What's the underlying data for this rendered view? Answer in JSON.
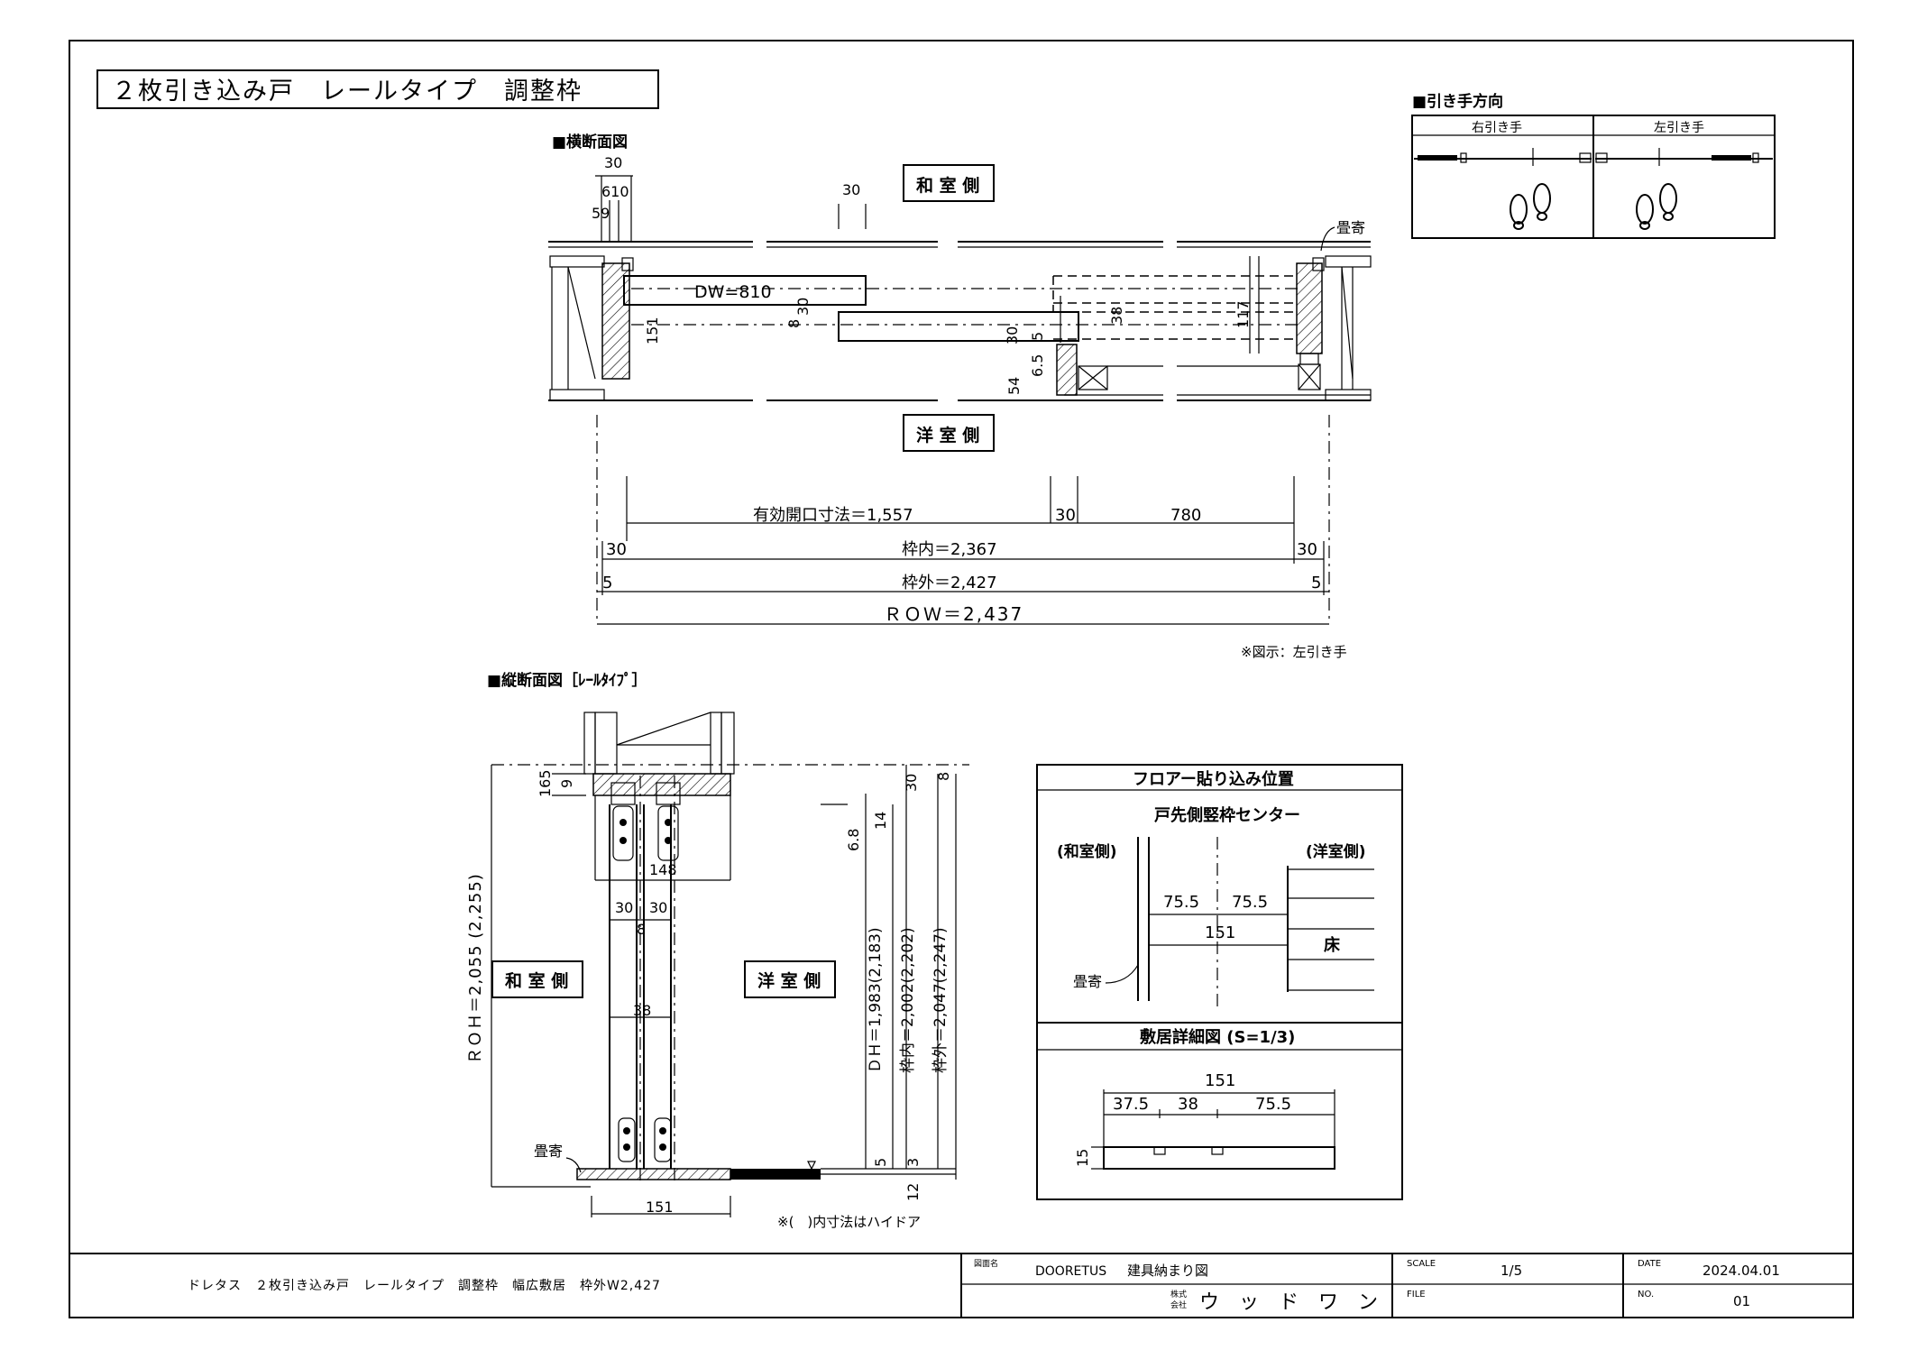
{
  "title": "２枚引き込み戸　レールタイプ　調整枠",
  "cross_section": {
    "heading": "■横断面図",
    "labels": {
      "wa": "和 室 側",
      "yo": "洋 室 側",
      "tatami": "畳寄"
    },
    "dims": {
      "d30a": "30",
      "d610": "610",
      "d59": "59",
      "d30b": "30",
      "dw": "DW=810",
      "d30c": "30",
      "d8": "8",
      "d151": "151",
      "d30d": "30",
      "d5": "5",
      "d65": "6.5",
      "d54": "54",
      "d38": "38",
      "d117": "117"
    },
    "bottom_dims": {
      "effective": "有効開口寸法＝1,557",
      "d30": "30",
      "d780": "780",
      "inner_l": "30",
      "inner": "枠内＝2,367",
      "inner_r": "30",
      "outer_l": "5",
      "outer": "枠外＝2,427",
      "outer_r": "5",
      "row": "ＲＯＷ＝2,437"
    },
    "note": "※図示：左引き手"
  },
  "handle": {
    "heading": "■引き手方向",
    "right": "右引き手",
    "left": "左引き手"
  },
  "vertical_section": {
    "heading": "■縦断面図［ﾚｰﾙﾀｲﾌﾟ］",
    "labels": {
      "wa": "和 室 側",
      "yo": "洋 室 側",
      "tatami": "畳寄"
    },
    "dims": {
      "d165": "165",
      "d9": "9",
      "d148": "148",
      "d30a": "30",
      "d30b": "30",
      "d8": "8",
      "d38": "38",
      "d151": "151",
      "d68": "6.8",
      "d14": "14",
      "d30": "30",
      "d8top": "8",
      "d5": "5",
      "d3": "3",
      "d12": "12",
      "roh": "ＲＯＨ＝2,055 (2,255)",
      "dh": "ＤＨ＝1,983(2,183)",
      "inner": "枠内＝2,002(2,202)",
      "outer": "枠外＝2,047(2,247)"
    },
    "note": "※(　)内寸法はハイドア"
  },
  "floor_panel": {
    "title": "フロアー貼り込み位置",
    "subtitle": "戸先側竪枠センター",
    "wa": "(和室側)",
    "yo": "(洋室側)",
    "d755a": "75.5",
    "d755b": "75.5",
    "d151": "151",
    "floor": "床",
    "tatami": "畳寄"
  },
  "sill_panel": {
    "title": "敷居詳細図 (S=1/3)",
    "d151": "151",
    "d375": "37.5",
    "d38": "38",
    "d755": "75.5",
    "d15": "15"
  },
  "title_block": {
    "desc": "ドレタス　２枚引き込み戸　レールタイプ　調整枠　幅広敷居　枠外W2,427",
    "drawing_name_label": "図面名",
    "drawing_name_brand": "DOORETUS",
    "drawing_name": "建具納まり図",
    "company_prefix_top": "株式",
    "company_prefix_bottom": "会社",
    "company": "ウ　ッ　ド　ワ　ン",
    "scale_label": "SCALE",
    "scale": "1/5",
    "date_label": "DATE",
    "date": "2024.04.01",
    "file_label": "FILE",
    "no_label": "NO.",
    "no": "01"
  }
}
